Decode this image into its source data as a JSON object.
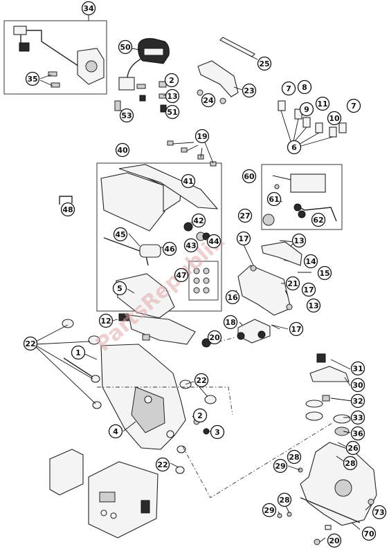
{
  "diagram": {
    "watermark": "PartsRepublik",
    "callouts": [
      "34",
      "35",
      "50",
      "2",
      "13",
      "51",
      "53",
      "25",
      "23",
      "24",
      "7",
      "8",
      "9",
      "11",
      "10",
      "7",
      "6",
      "19",
      "40",
      "41",
      "42",
      "43",
      "44",
      "45",
      "46",
      "47",
      "60",
      "61",
      "62",
      "48",
      "27",
      "13",
      "14",
      "15",
      "17",
      "21",
      "17",
      "13",
      "16",
      "18",
      "17",
      "5",
      "12",
      "20",
      "22",
      "1",
      "22",
      "2",
      "3",
      "4",
      "22",
      "31",
      "30",
      "32",
      "33",
      "36",
      "26",
      "28",
      "29",
      "28",
      "73",
      "28",
      "29",
      "70",
      "20"
    ]
  }
}
